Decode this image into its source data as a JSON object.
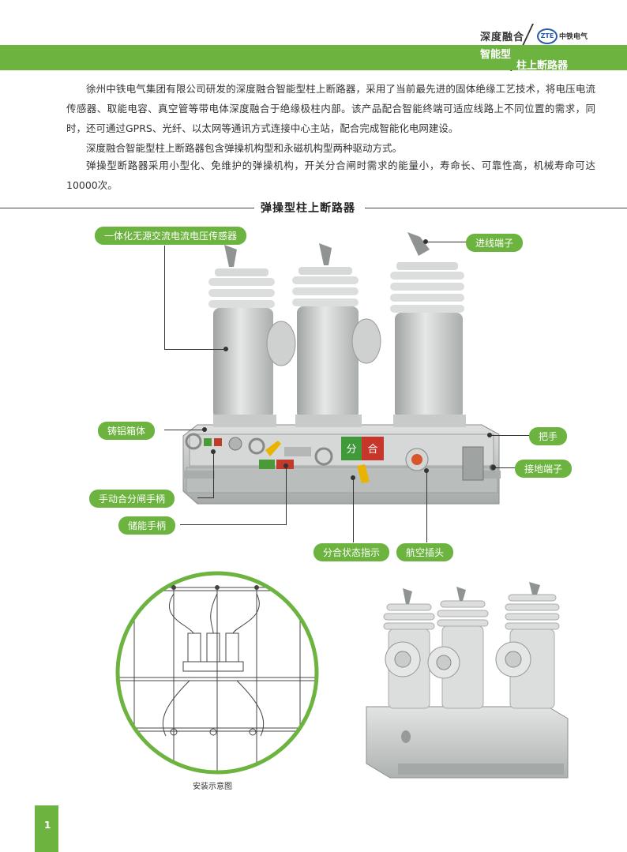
{
  "header": {
    "title_line1": "深度融合",
    "logo_mark": "ZTE",
    "logo_name": "中铁电气",
    "title_line2": "智能型",
    "title_line3": "柱上断路器"
  },
  "paragraphs": [
    "徐州中铁电气集团有限公司研发的深度融合智能型柱上断路器，采用了当前最先进的固体绝缘工艺技术，将电压电流传感器、取能电容、真空管等带电体深度融合于绝缘极柱内部。该产品配合智能终端可适应线路上不同位置的需求，同时，还可通过GPRS、光纤、以太网等通讯方式连接中心主站，配合完成智能化电网建设。",
    "深度融合智能型柱上断路器包含弹操机构型和永磁机构型两种驱动方式。",
    "弹操型断路器采用小型化、免维护的弹操机构，开关分合闸时需求的能量小，寿命长、可靠性高，机械寿命可达10000次。"
  ],
  "section_title": "弹操型柱上断路器",
  "callouts": {
    "sensor": "一体化无源交流电流电压传感器",
    "inlet_terminal": "进线端子",
    "cast_al_box": "铸铝箱体",
    "handle": "把手",
    "ground_terminal": "接地端子",
    "manual_open_close": "手动合分闸手柄",
    "energy_handle": "储能手柄",
    "status_indicator": "分合状态指示",
    "aviation_plug": "航空插头"
  },
  "indicator_labels": {
    "open": "分",
    "close": "合"
  },
  "install_caption": "安装示意图",
  "page_number": "1",
  "colors": {
    "accent": "#6cb33f",
    "text": "#333333",
    "device": "#c9cccc"
  }
}
